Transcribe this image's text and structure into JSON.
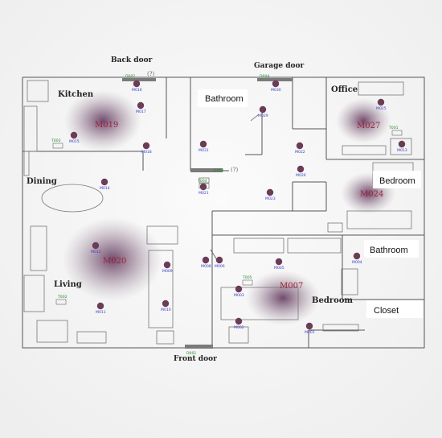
{
  "room_labels": {
    "kitchen": "Kitchen",
    "dining": "Dining",
    "living": "Living",
    "office": "Office",
    "bedroom_main": "Bedroom"
  },
  "boxed_labels": {
    "bathroom_top": "Bathroom",
    "bedroom_right": "Bedroom",
    "bathroom_right": "Bathroom",
    "closet": "Closet"
  },
  "doors": {
    "back": "Back door",
    "garage": "Garage door",
    "front": "Front door"
  },
  "door_ids": {
    "back": "D002",
    "back_note": "(?)",
    "garage": "D004",
    "bath": "D003",
    "bath_note": "(?)",
    "front": "D001"
  },
  "heat_labels": [
    "M019",
    "M027",
    "M024",
    "M020",
    "M007"
  ],
  "motion_sensors": [
    "M016",
    "M017",
    "M015",
    "M018",
    "M014",
    "M030",
    "M029",
    "M031",
    "M022",
    "M021",
    "M023",
    "M026",
    "M025",
    "M013",
    "M012",
    "M009",
    "M010",
    "M008",
    "M006",
    "M005",
    "M003",
    "M002",
    "M011",
    "M004",
    "M001"
  ],
  "temperature_sensors": [
    "T003",
    "T002",
    "T001",
    "T004",
    "T005"
  ],
  "colors": {
    "wall": "#555555",
    "sensor_dot": "#6b3c55",
    "heat": "#5a2d55",
    "door_bar": "#7a7a7a",
    "motion_label": "#3a3ac8",
    "temp_label": "#1f8a2a",
    "heat_label": "#a0223a"
  }
}
